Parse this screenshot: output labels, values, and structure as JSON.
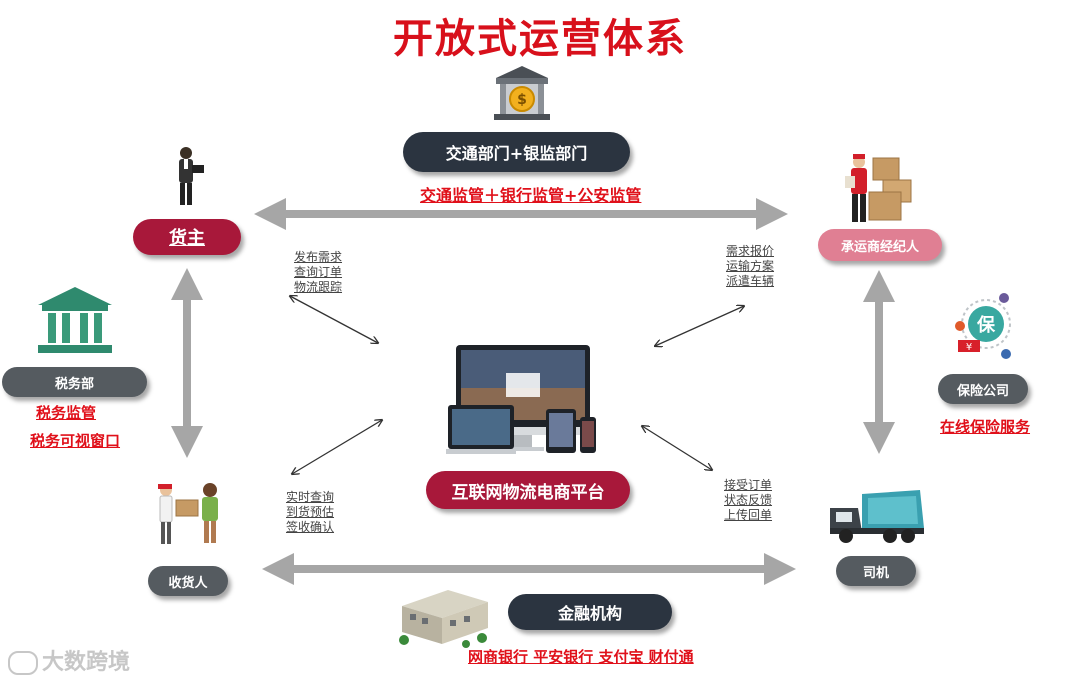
{
  "title": "开放式运营体系",
  "nodes": {
    "regulator": {
      "label": "交通部门+银监部门",
      "note": "交通监管＋银行监管+公安监管"
    },
    "shipper": {
      "label": "货主"
    },
    "broker": {
      "label": "承运商经纪人"
    },
    "tax": {
      "label": "税务部",
      "notes": [
        "税务监管",
        "税务可视窗口"
      ]
    },
    "insurance": {
      "label": "保险公司",
      "note": "在线保险服务",
      "icon_text": "保",
      "badge_text": "¥"
    },
    "platform": {
      "label": "互联网物流电商平台"
    },
    "consignee": {
      "label": "收货人"
    },
    "driver": {
      "label": "司机"
    },
    "finance": {
      "label": "金融机构",
      "note": "网商银行 平安银行 支付宝 财付通"
    }
  },
  "flows": {
    "shipper_platform": [
      "发布需求",
      "查询订单",
      "物流跟踪"
    ],
    "broker_platform": [
      "需求报价",
      "运输方案",
      "派遣车辆"
    ],
    "consignee_platform": [
      "实时查询",
      "到货预估",
      "签收确认"
    ],
    "driver_platform": [
      "接受订单",
      "状态反馈",
      "上传回单"
    ]
  },
  "watermark": "大数跨境",
  "colors": {
    "title": "#d8101b",
    "dark_pill": "#2b3440",
    "crimson_pill": "#a8183a",
    "pink_pill": "#e07f93",
    "grey_pill": "#555b60",
    "arrow": "#a6a6a6",
    "green": "#3a9a7a"
  }
}
